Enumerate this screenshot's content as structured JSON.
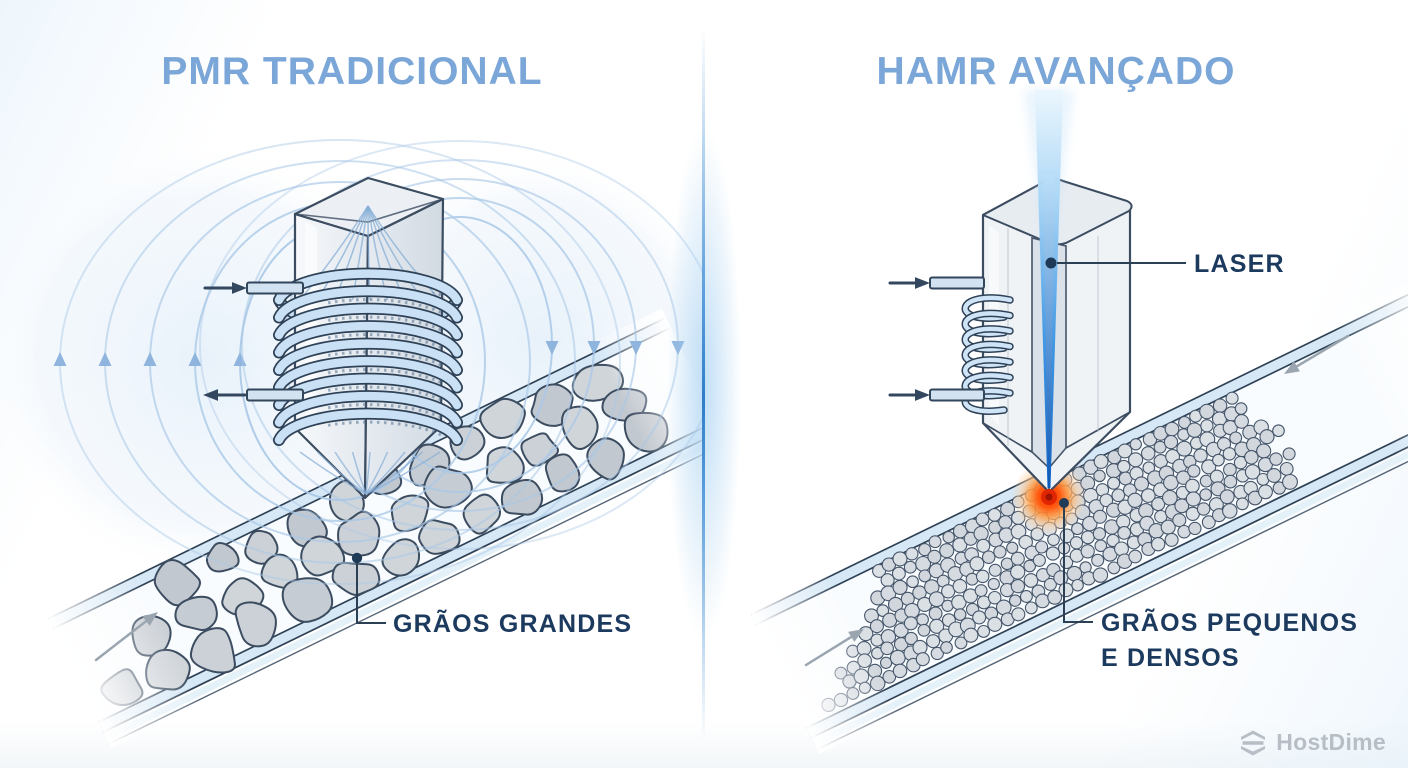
{
  "left_panel": {
    "title": "PMR TRADICIONAL",
    "grain_callout": "GRÃOS GRANDES"
  },
  "right_panel": {
    "title": "HAMR AVANÇADO",
    "laser_callout": "LASER",
    "grain_callout_line1": "GRÃOS PEQUENOS",
    "grain_callout_line2": "E DENSOS"
  },
  "branding": {
    "logo_text": "HostDime"
  },
  "icons": {
    "logo_mark": "hostdime-hexagon-icon",
    "current_arrows": "arrow-right-icon / arrow-left-icon",
    "motion_arrows": "gray-diagonal-arrow-icon"
  },
  "colors": {
    "title_blue": "#7aa6d8",
    "label_navy": "#1c3a5e",
    "outline_navy": "#2e4257",
    "coil_blue": "#c9e0f5",
    "field_line_blue": "#a9c8e7",
    "laser_blue": "#1479d8",
    "heat_red": "#e32300",
    "heat_orange": "#ff9d45",
    "grain_gray": "#c9cfd6",
    "track_edge_blue": "#d6e8f6",
    "divider_blue": "#3f8ed6",
    "logo_gray": "#b7bec6"
  }
}
